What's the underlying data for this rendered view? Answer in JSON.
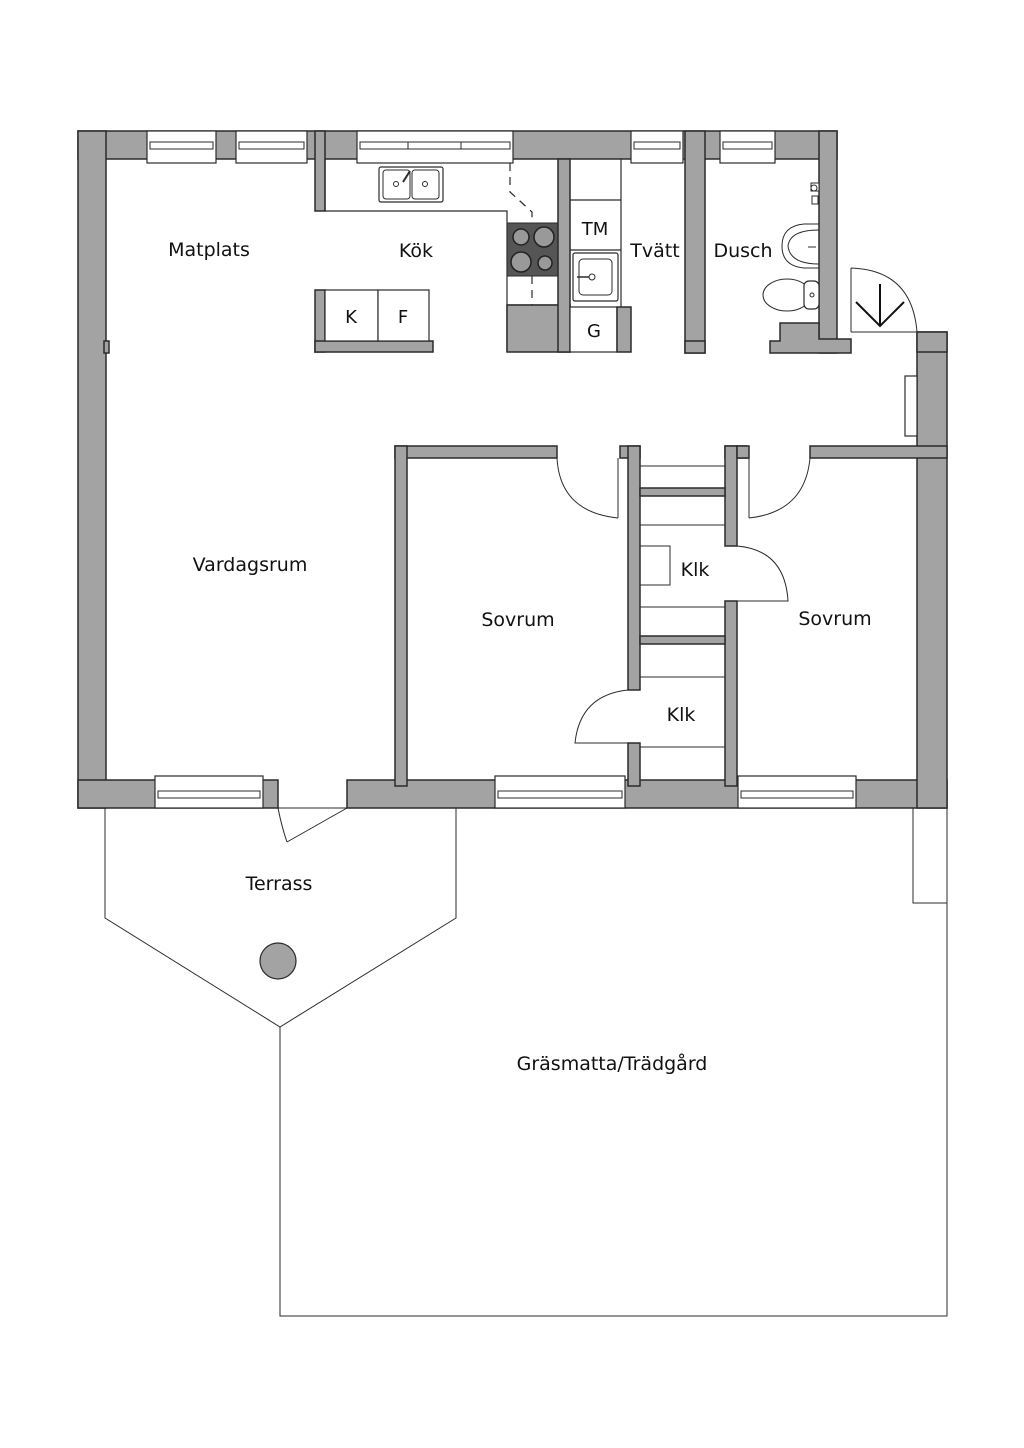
{
  "plan": {
    "rooms": {
      "matplats": "Matplats",
      "kok": "Kök",
      "tvatt": "Tvätt",
      "dusch": "Dusch",
      "vardagsrum": "Vardagsrum",
      "sovrum_left": "Sovrum",
      "sovrum_right": "Sovrum",
      "klk_upper": "Klk",
      "klk_lower": "Klk",
      "terrass": "Terrass",
      "tradgard": "Gräsmatta/Trädgård"
    },
    "appliances": {
      "kyl": "K",
      "frys": "F",
      "tvattmaskin": "TM",
      "garderob": "G"
    },
    "icons": [
      "window-icon",
      "sink-icon",
      "stove-icon",
      "toilet-icon",
      "washbasin-icon",
      "shower-icon",
      "door-swing-icon",
      "entrance-arrow-icon",
      "terrace-post-icon"
    ]
  },
  "colors": {
    "wall": "#a3a3a3",
    "line": "#2b2b2b",
    "stove": "#555555"
  }
}
